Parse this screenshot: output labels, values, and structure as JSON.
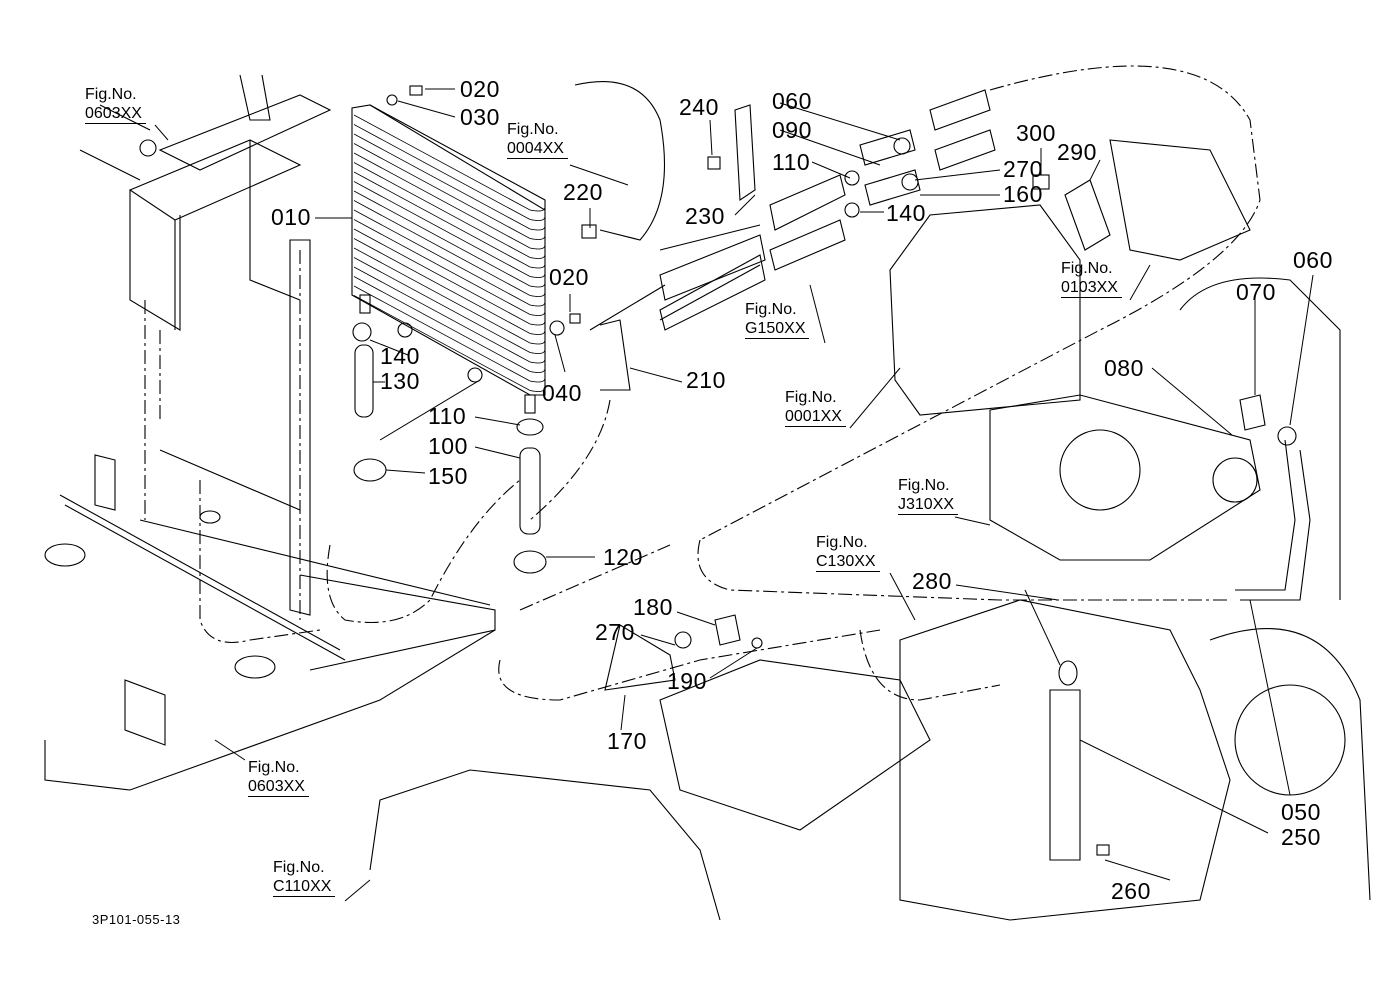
{
  "diagram": {
    "type": "exploded-parts-diagram",
    "subject": "oil cooler and hydraulic hose assembly",
    "drawing_number": "3P101-055-13"
  },
  "part_numbers": [
    {
      "id": "p020a",
      "label": "020"
    },
    {
      "id": "p030",
      "label": "030"
    },
    {
      "id": "p010",
      "label": "010"
    },
    {
      "id": "p140a",
      "label": "140"
    },
    {
      "id": "p130",
      "label": "130"
    },
    {
      "id": "p110a",
      "label": "110"
    },
    {
      "id": "p100",
      "label": "100"
    },
    {
      "id": "p150",
      "label": "150"
    },
    {
      "id": "p120",
      "label": "120"
    },
    {
      "id": "p220",
      "label": "220"
    },
    {
      "id": "p020b",
      "label": "020"
    },
    {
      "id": "p040",
      "label": "040"
    },
    {
      "id": "p210",
      "label": "210"
    },
    {
      "id": "p240",
      "label": "240"
    },
    {
      "id": "p230",
      "label": "230"
    },
    {
      "id": "p060a",
      "label": "060"
    },
    {
      "id": "p090",
      "label": "090"
    },
    {
      "id": "p110b",
      "label": "110"
    },
    {
      "id": "p270a",
      "label": "270"
    },
    {
      "id": "p160",
      "label": "160"
    },
    {
      "id": "p140b",
      "label": "140"
    },
    {
      "id": "p300",
      "label": "300"
    },
    {
      "id": "p290",
      "label": "290"
    },
    {
      "id": "p060b",
      "label": "060"
    },
    {
      "id": "p070",
      "label": "070"
    },
    {
      "id": "p080",
      "label": "080"
    },
    {
      "id": "p280",
      "label": "280"
    },
    {
      "id": "p180",
      "label": "180"
    },
    {
      "id": "p270b",
      "label": "270"
    },
    {
      "id": "p190",
      "label": "190"
    },
    {
      "id": "p170",
      "label": "170"
    },
    {
      "id": "p050",
      "label": "050"
    },
    {
      "id": "p250",
      "label": "250"
    },
    {
      "id": "p260",
      "label": "260"
    }
  ],
  "figure_refs": [
    {
      "id": "f0603a",
      "prefix": "Fig.No.",
      "code": "0603XX"
    },
    {
      "id": "f0004",
      "prefix": "Fig.No.",
      "code": "0004XX"
    },
    {
      "id": "fG150",
      "prefix": "Fig.No.",
      "code": "G150XX"
    },
    {
      "id": "f0103",
      "prefix": "Fig.No.",
      "code": "0103XX"
    },
    {
      "id": "f0001",
      "prefix": "Fig.No.",
      "code": "0001XX"
    },
    {
      "id": "fJ310",
      "prefix": "Fig.No.",
      "code": "J310XX"
    },
    {
      "id": "fC130",
      "prefix": "Fig.No.",
      "code": "C130XX"
    },
    {
      "id": "f0603b",
      "prefix": "Fig.No.",
      "code": "0603XX"
    },
    {
      "id": "fC110",
      "prefix": "Fig.No.",
      "code": "C110XX"
    }
  ]
}
